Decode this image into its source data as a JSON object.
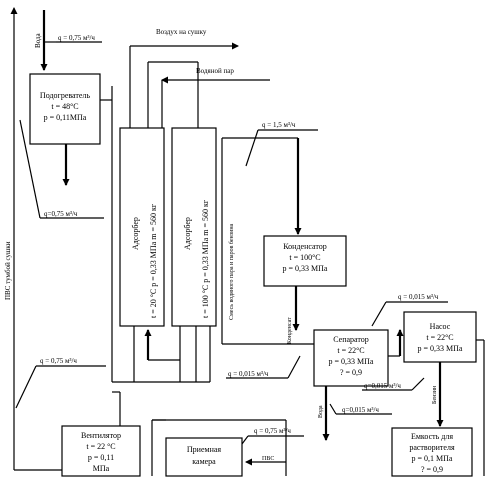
{
  "heater": {
    "lines": [
      "Подогреватель",
      "t = 48°С",
      "p = 0,11МПа"
    ]
  },
  "adsorber1": {
    "lines": [
      "Адсорбер",
      "t = 20 °С     p = 0,33 МПа     m = 560 кг"
    ]
  },
  "adsorber2": {
    "lines": [
      "Адсорбер",
      "t = 100 °С     p = 0,33 МПа     m = 560 кг"
    ]
  },
  "condenser": {
    "lines": [
      "Конденсатор",
      "t = 100°С",
      "p = 0,33 МПа"
    ]
  },
  "separator": {
    "lines": [
      "Сепаратор",
      "t = 22°С",
      "p = 0,33 МПа",
      "? = 0,9"
    ]
  },
  "pump": {
    "lines": [
      "Насос",
      "t = 22°С",
      "p = 0,33 МПа"
    ]
  },
  "tank": {
    "lines": [
      "Емкость для",
      "растворителя",
      "p = 0,1 МПа",
      "? = 0,9"
    ]
  },
  "fan": {
    "lines": [
      "Вентилятор",
      "t = 22 °С",
      "p = 0,11",
      "МПа"
    ]
  },
  "chamber": {
    "lines": [
      "Приемная",
      "камера"
    ]
  },
  "labels": {
    "voda_top": "Вода",
    "q_top": "q = 0,75 м³/ч",
    "vozduh": "Воздух на сушку",
    "vodyanoi_par": "Водяной пар",
    "q_mid_left": "q=0,75 м³/ч",
    "pvs_left": "ПВС тумбой сушки",
    "q_left_lower": "q = 0,75 м³/ч",
    "q_cond": "q = 1,5 м³/ч",
    "mix_vertical": "Смесь водяного пара и паров бензина",
    "kondensat": "Конденсат",
    "q_sep_left": "q = 0,015 м³/ч",
    "q_pump_top": "q = 0,015 м³/ч",
    "q_pump_bottom": "q=0,015 м³/ч",
    "benzin": "Бензин",
    "voda_bottom": "Вода",
    "q_sep_bottom": "q=0,015 м³/ч",
    "q_chamber": "q = 0,75 м³/ч",
    "pvs_bottom": "ПВС"
  }
}
